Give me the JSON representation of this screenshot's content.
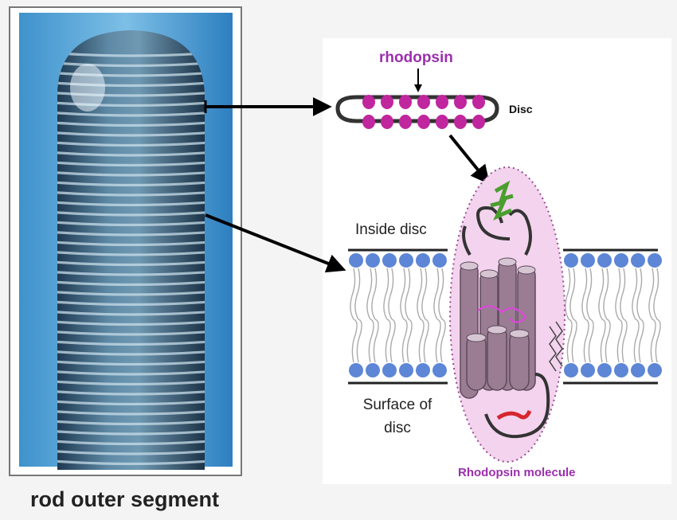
{
  "labels": {
    "caption": "rod outer segment",
    "rhodopsin": "rhodopsin",
    "disc": "Disc",
    "inside_disc": "Inside disc",
    "surface_of_disc": "Surface of disc",
    "rhodopsin_molecule": "Rhodopsin molecule"
  },
  "colors": {
    "pigment": "#c0269e",
    "label_purple": "#9b2fae",
    "lipid_head": "#5d86d6",
    "molecule_bg": "#f3d3ee",
    "helix": "#9a7d92",
    "retinal": "#e044e0",
    "c_terminus": "#d6262e",
    "glycan": "#4a9e2e",
    "rod_blue": "#2e85c7"
  }
}
